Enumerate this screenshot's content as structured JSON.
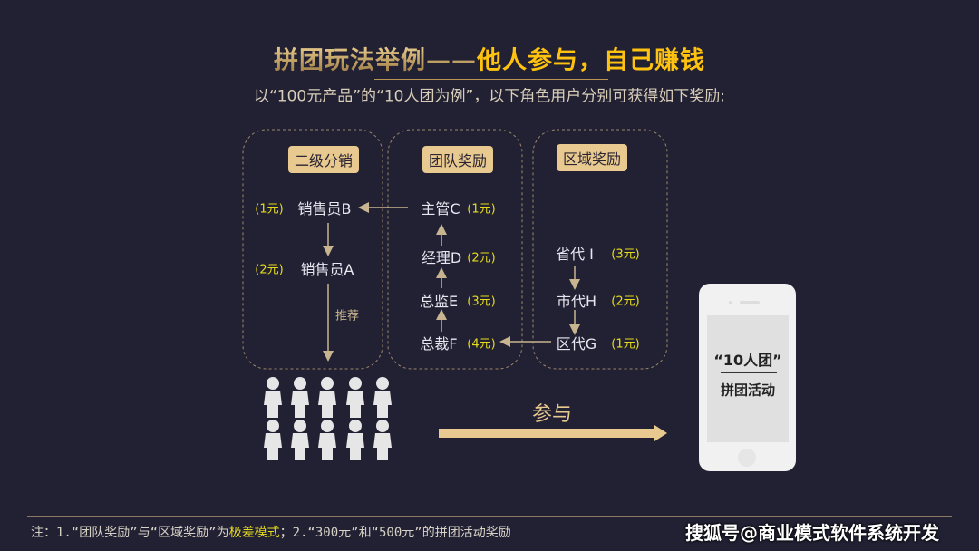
{
  "title": {
    "part1": "拼团玩法举例——",
    "part2": "他人参与，自己赚钱"
  },
  "subtitle": "以“100元产品”的“10人团为例”，以下角色用户分别可获得如下奖励:",
  "columns": [
    {
      "label": "二级分销",
      "nodes": [
        {
          "name": "销售员B",
          "amount": "(1元)"
        },
        {
          "name": "销售员A",
          "amount": "(2元)"
        }
      ],
      "recommend": "推荐"
    },
    {
      "label": "团队奖励",
      "nodes": [
        {
          "name": "主管C",
          "amount": "(1元)"
        },
        {
          "name": "经理D",
          "amount": "(2元)"
        },
        {
          "name": "总监E",
          "amount": "(3元)"
        },
        {
          "name": "总裁F",
          "amount": "(4元)"
        }
      ]
    },
    {
      "label": "区域奖励",
      "nodes": [
        {
          "name": "省代 I",
          "amount": "(3元)"
        },
        {
          "name": "市代H",
          "amount": "(2元)"
        },
        {
          "name": "区代G",
          "amount": "(1元)"
        }
      ]
    }
  ],
  "join_label": "参与",
  "phone": {
    "line1": "“10人团”",
    "line2": "拼团活动"
  },
  "footnote": {
    "a": "注：1.“团队奖励”与“区域奖励”为",
    "highlight": "极差模式",
    "b": "；2.“300元”和“500元”的拼团活动奖励"
  },
  "watermark": "搜狐号@商业模式软件系统开发",
  "colors": {
    "background": "#222134",
    "accent": "#e8c98f",
    "amount": "#e6dc1c",
    "title_highlight": "#ffc20e"
  }
}
